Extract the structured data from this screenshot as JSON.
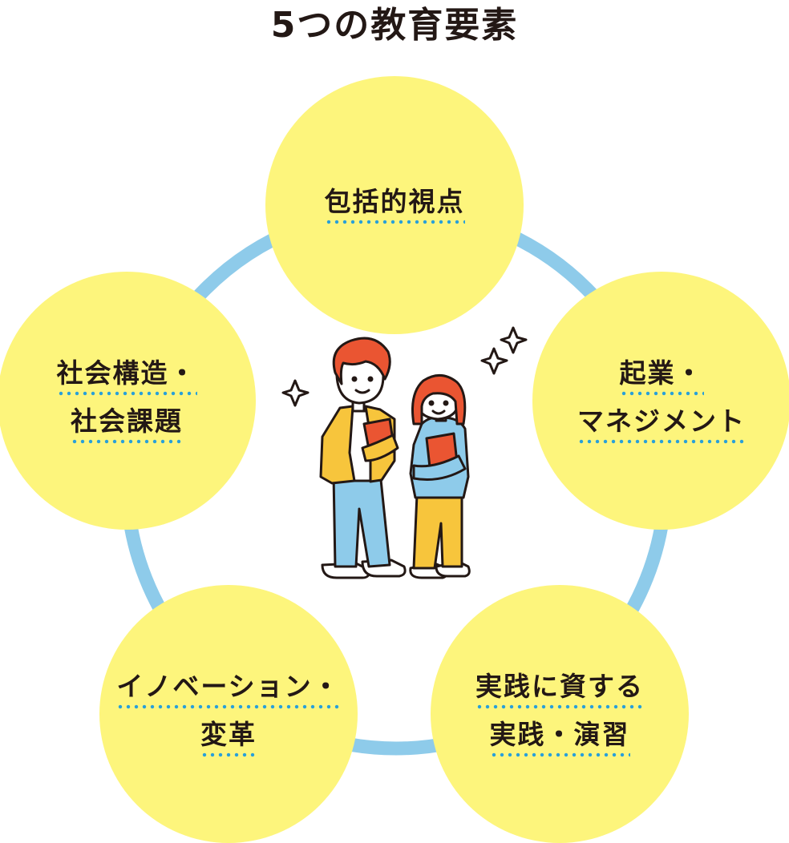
{
  "title": "5つの教育要素",
  "colors": {
    "ring": "#8ecbea",
    "node_fill": "#fdf57c",
    "underline": "#29a0d8",
    "text": "#231815"
  },
  "elements": [
    {
      "id": "holistic",
      "lines": [
        "包括的視点"
      ]
    },
    {
      "id": "entrepreneurship",
      "lines": [
        "起業・",
        "マネジメント"
      ]
    },
    {
      "id": "practice",
      "lines": [
        "実践に資する",
        "実践・演習"
      ]
    },
    {
      "id": "innovation",
      "lines": [
        "イノベーション・",
        "変革"
      ]
    },
    {
      "id": "society",
      "lines": [
        "社会構造・",
        "社会課題"
      ]
    }
  ],
  "illustration": {
    "subject": "two-students-holding-books",
    "icons": [
      "sparkle-icon",
      "sparkle-icon",
      "sparkle-icon"
    ]
  }
}
